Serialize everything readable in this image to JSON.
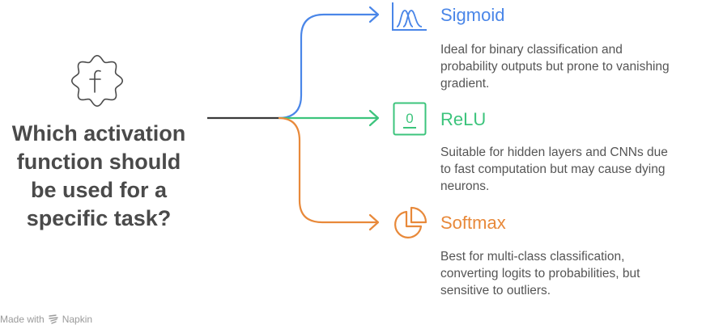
{
  "question": {
    "icon": "function-badge-icon",
    "lines": [
      "Which activation",
      "function should",
      "be used for a",
      "specific task?"
    ]
  },
  "options": [
    {
      "title": "Sigmoid",
      "icon": "bell-curve-chart-icon",
      "color": "#4a86e8",
      "description_lines": [
        "Ideal for binary classification and",
        "probability outputs but prone to vanishing",
        "gradient."
      ]
    },
    {
      "title": "ReLU",
      "icon": "zero-threshold-icon",
      "icon_text": "0",
      "color": "#3cc47c",
      "description_lines": [
        "Suitable for hidden layers and CNNs due",
        "to fast computation but may cause dying",
        "neurons."
      ]
    },
    {
      "title": "Softmax",
      "icon": "pie-chart-icon",
      "color": "#e8893a",
      "description_lines": [
        "Best for multi-class classification,",
        "converting logits to probabilities, but",
        "sensitive to outliers."
      ]
    }
  ],
  "colors": {
    "trunk": "#3a3a3a",
    "question_text": "#4a4a4a",
    "description_text": "#555555",
    "footer_text": "#9a9a9a"
  },
  "footer": {
    "prefix": "Made with",
    "brand": "Napkin",
    "icon": "napkin-logo-icon"
  }
}
